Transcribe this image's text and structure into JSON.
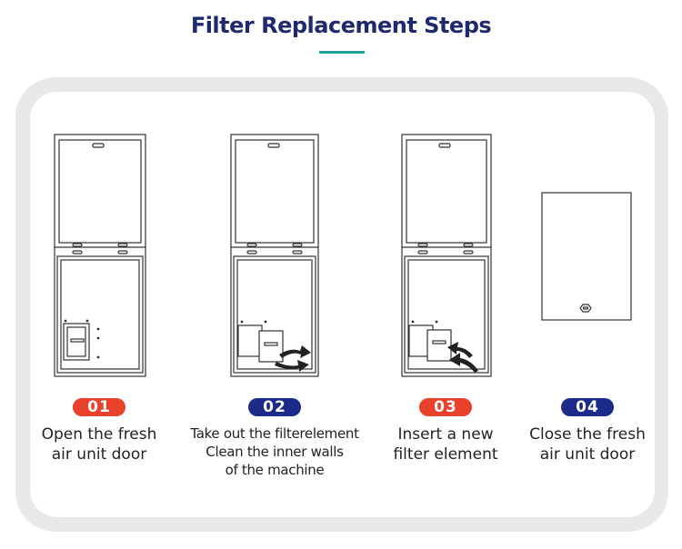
{
  "title": "Filter Replacement Steps",
  "accent_color": "#1fa39a",
  "title_color": "#1f2a6e",
  "steps": [
    {
      "number": "01",
      "badge_color": "#e8412c",
      "lines": [
        "Open the fresh",
        "air unit door"
      ]
    },
    {
      "number": "02",
      "badge_color": "#1c2a8a",
      "lines": [
        "Take out the filterelement",
        "Clean the inner walls",
        "of the machine"
      ]
    },
    {
      "number": "03",
      "badge_color": "#e8412c",
      "lines": [
        "Insert a new",
        "filter element"
      ]
    },
    {
      "number": "04",
      "badge_color": "#1c2a8a",
      "lines": [
        "Close the fresh",
        "air unit door"
      ]
    }
  ]
}
